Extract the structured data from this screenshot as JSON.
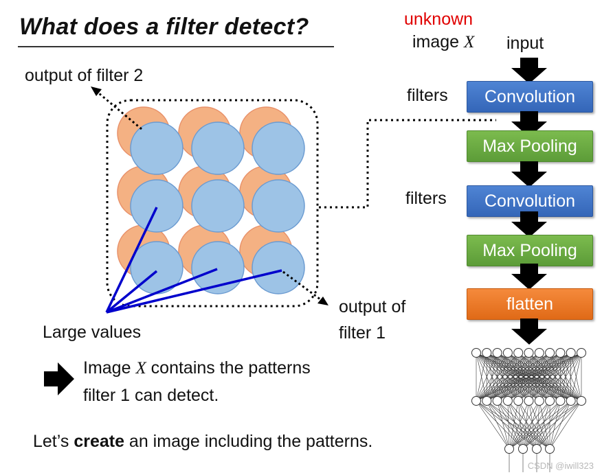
{
  "title": "What does a filter detect?",
  "labels": {
    "output_filter2": "output of filter 2",
    "output_filter1_line1": "output of",
    "output_filter1_line2": "filter 1",
    "large_values": "Large values"
  },
  "conclusion": {
    "line1_pre": "Image ",
    "line1_var": "X",
    "line1_post": " contains the patterns",
    "line2": "filter 1 can detect."
  },
  "bottom_text": {
    "pre": "Let’s ",
    "bold": "create",
    "post": " an image including the patterns."
  },
  "pipeline": {
    "unknown": "unknown",
    "image_word": "image",
    "image_var": "X",
    "input": "input",
    "filters_1": "filters",
    "filters_2": "filters",
    "blocks": [
      "Convolution",
      "Max Pooling",
      "Convolution",
      "Max Pooling",
      "flatten"
    ]
  },
  "colors": {
    "convolution": "#4472c4",
    "max_pooling": "#70ad47",
    "flatten": "#ed7d31",
    "unknown_text": "#e00000",
    "circle_blue": "#9dc3e6",
    "circle_orange": "#f4b183",
    "pointer_lines": "#0000cc"
  },
  "watermark": "CSDN @iwill323"
}
